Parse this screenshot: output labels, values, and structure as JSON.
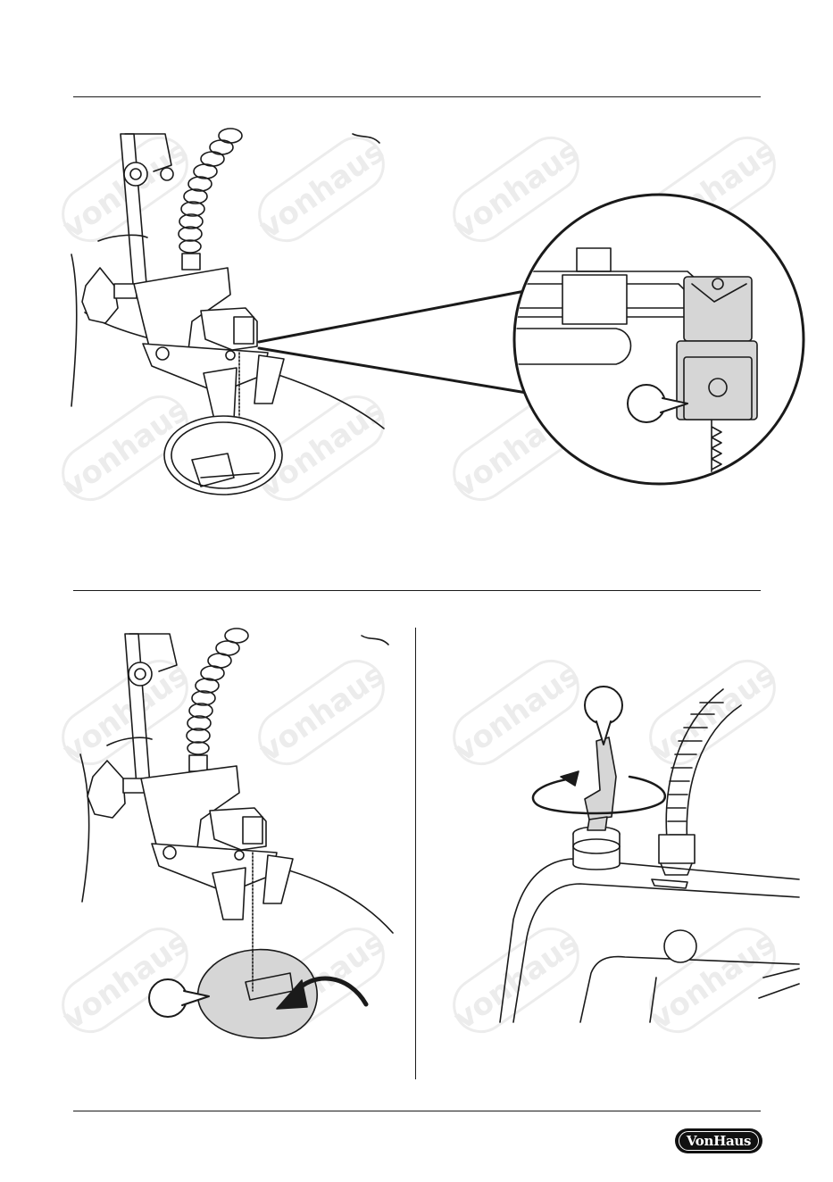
{
  "brand": {
    "logo_text": "VonHaus",
    "watermark_text": "vonhaus"
  },
  "colors": {
    "line": "#1a1a1a",
    "highlight_fill": "#d6d6d6",
    "watermark": "#ececec"
  },
  "figures": [
    {
      "name": "blade-clamp-detail",
      "callout_icon": "speech-bubble-icon"
    },
    {
      "name": "table-insert-removal",
      "callout_icon": "speech-bubble-icon",
      "arrow_icon": "curved-arrow-icon"
    },
    {
      "name": "blower-nozzle-rotation",
      "callout_icon": "speech-bubble-icon",
      "arrow_icon": "rotation-arrow-icon"
    }
  ]
}
